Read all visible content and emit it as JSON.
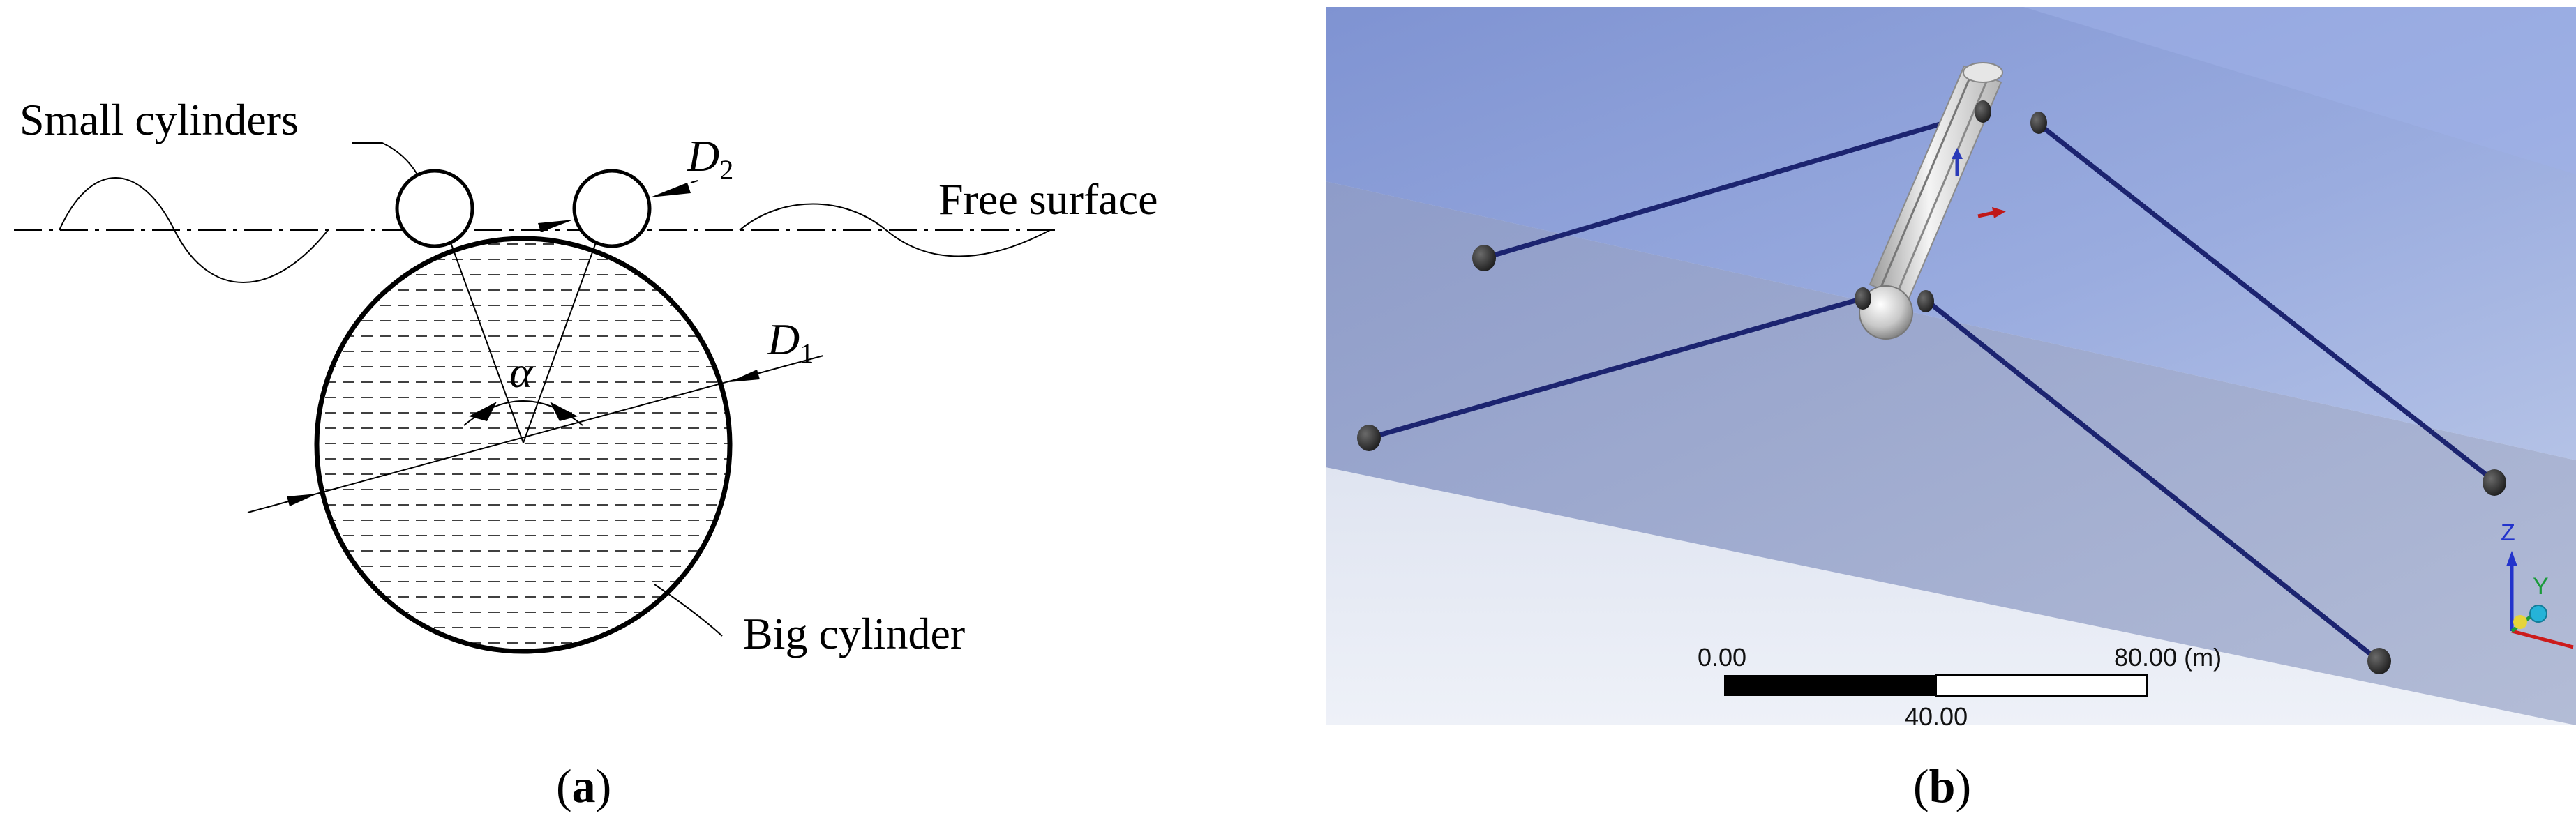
{
  "panel_a": {
    "caption_open": "(",
    "caption_letter": "a",
    "caption_close": ")",
    "labels": {
      "small_cylinders": "Small cylinders",
      "free_surface": "Free surface",
      "big_cylinder": "Big cylinder",
      "d2_main": "D",
      "d2_sub": "2",
      "d1_main": "D",
      "d1_sub": "1",
      "alpha": "α"
    }
  },
  "panel_b": {
    "caption_open": "(",
    "caption_letter": "b",
    "caption_close": ")",
    "scale_bar": {
      "left_value": "0.00",
      "right_value": "80.00 (m)",
      "mid_value": "40.00"
    },
    "axis_labels": {
      "z": "Z",
      "y": "Y"
    },
    "colors": {
      "background_top": "#8fa2dc",
      "background_bottom": "#dfe5f2",
      "mooring_line": "#1c2470",
      "anchor": "#2a2a2a",
      "hull": "#e4e4e4"
    }
  }
}
